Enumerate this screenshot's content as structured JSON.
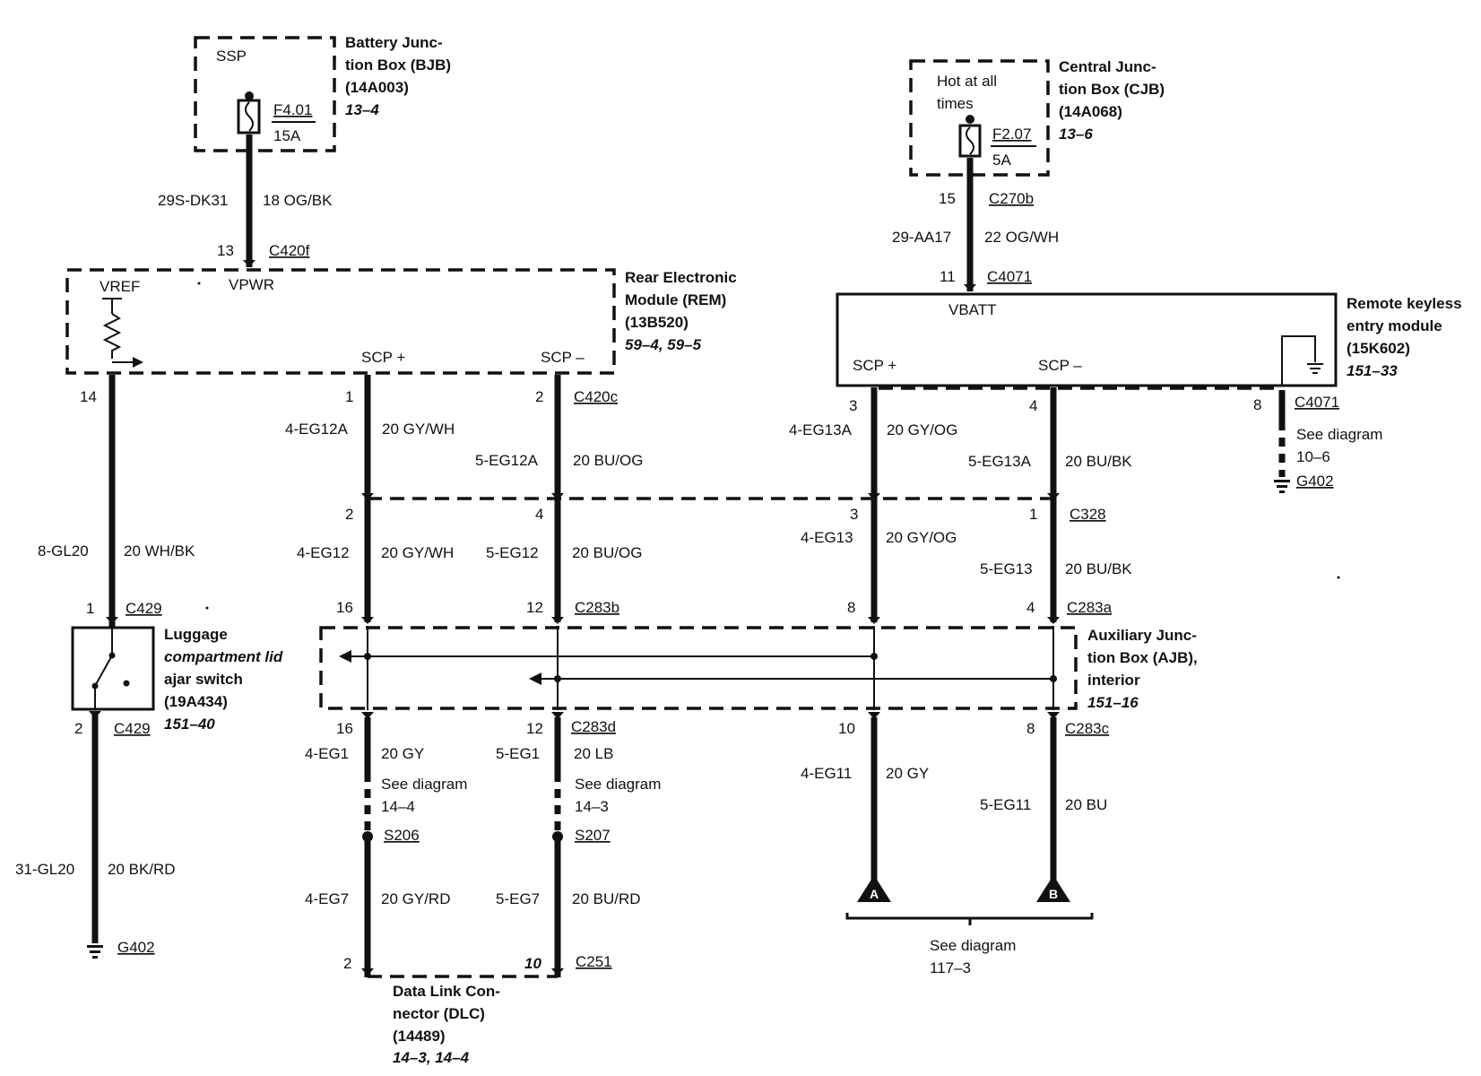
{
  "bjb": {
    "ssp": "SSP",
    "fuse_id": "F4.01",
    "fuse_amp": "15A",
    "name1": "Battery Junc-",
    "name2": "tion Box (BJB)",
    "part": "(14A003)",
    "ref": "13–4"
  },
  "wire_bjb": {
    "circuit": "29S-DK31",
    "color": "18 OG/BK",
    "pin": "13",
    "connector": "C420f"
  },
  "rem": {
    "vref": "VREF",
    "vpwr": "VPWR",
    "scp_plus": "SCP +",
    "scp_minus": "SCP –",
    "name1": "Rear Electronic",
    "name2": "Module (REM)",
    "part": "(13B520)",
    "ref": "59–4, 59–5"
  },
  "cjb": {
    "hot1": "Hot at all",
    "hot2": "times",
    "fuse_id": "F2.07",
    "fuse_amp": "5A",
    "name1": "Central Junc-",
    "name2": "tion Box (CJB)",
    "part": "(14A068)",
    "ref": "13–6"
  },
  "wire_cjb": {
    "pin_top": "15",
    "conn_top": "C270b",
    "circuit": "29-AA17",
    "color": "22 OG/WH",
    "pin": "11",
    "connector": "C4071"
  },
  "rke": {
    "vbatt": "VBATT",
    "scp_plus": "SCP +",
    "scp_minus": "SCP –",
    "name1": "Remote keyless",
    "name2": "entry module",
    "part": "(15K602)",
    "ref": "151–33"
  },
  "rke_ground": {
    "pin": "8",
    "connector": "C4071",
    "see1": "See diagram",
    "see2": "10–6",
    "ground": "G402"
  },
  "left": {
    "pin14": "14",
    "circuit": "8-GL20",
    "color": "20 WH/BK",
    "pin1": "1",
    "conn1": "C429",
    "pin2": "2",
    "conn2": "C429",
    "circuit2": "31-GL20",
    "color2": "20 BK/RD",
    "ground": "G402"
  },
  "switch": {
    "name1": "Luggage",
    "name2": "compartment lid",
    "name3": "ajar switch",
    "part": "(19A434)",
    "ref": "151–40"
  },
  "rem_scp": {
    "pin1": "1",
    "pin2": "2",
    "conn": "C420c",
    "c1": "4-EG12A",
    "col1": "20 GY/WH",
    "c2": "5-EG12A",
    "col2": "20 BU/OG"
  },
  "c328": {
    "p_a": "2",
    "p_b": "4",
    "p_c": "3",
    "p_d": "1",
    "conn": "C328"
  },
  "mid_left": {
    "c1": "4-EG12",
    "col1": "20 GY/WH",
    "c2": "5-EG12",
    "col2": "20 BU/OG"
  },
  "c283b": {
    "p1": "16",
    "p2": "12",
    "conn": "C283b"
  },
  "rke_scp": {
    "pin3": "3",
    "pin4": "4",
    "c1": "4-EG13A",
    "col1": "20 GY/OG",
    "c2": "5-EG13A",
    "col2": "20 BU/BK"
  },
  "mid_right": {
    "c1": "4-EG13",
    "col1": "20 GY/OG",
    "c2": "5-EG13",
    "col2": "20 BU/BK"
  },
  "c283a": {
    "p1": "8",
    "p2": "4",
    "conn": "C283a"
  },
  "ajb": {
    "name1": "Auxiliary Junc-",
    "name2": "tion Box (AJB),",
    "name3": "interior",
    "ref": "151–16"
  },
  "c283d": {
    "p1": "16",
    "p2": "12",
    "conn": "C283d",
    "c1": "4-EG1",
    "col1": "20 GY",
    "c2": "5-EG1",
    "col2": "20 LB"
  },
  "splice": {
    "see_l1": "See diagram",
    "see_l2": "14–4",
    "s_l": "S206",
    "see_r1": "See diagram",
    "see_r2": "14–3",
    "s_r": "S207"
  },
  "lower_left": {
    "c1": "4-EG7",
    "col1": "20 GY/RD",
    "c2": "5-EG7",
    "col2": "20 BU/RD",
    "pin2": "2",
    "pin10": "10",
    "conn": "C251"
  },
  "dlc": {
    "name1": "Data Link Con-",
    "name2": "nector (DLC)",
    "part": "(14489)",
    "ref": "14–3, 14–4"
  },
  "c283c": {
    "p1": "10",
    "p2": "8",
    "conn": "C283c",
    "c1": "4-EG11",
    "col1": "20 GY",
    "c2": "5-EG11",
    "col2": "20 BU"
  },
  "offpage": {
    "a": "A",
    "b": "B",
    "see1": "See diagram",
    "see2": "117–3"
  }
}
